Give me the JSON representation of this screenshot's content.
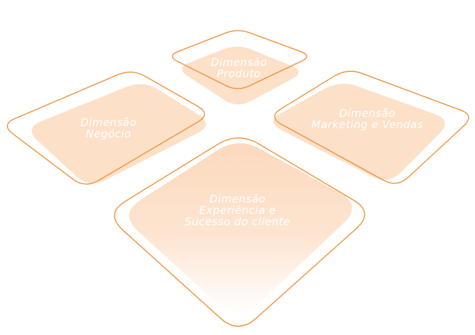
{
  "colors": {
    "outline": "#f0923a",
    "fill": "#fde0c8"
  },
  "dimensions": [
    {
      "id": "produto",
      "lines": [
        "Dimensão",
        "Produto"
      ]
    },
    {
      "id": "negocio",
      "lines": [
        "Dimensão",
        "Negócio"
      ]
    },
    {
      "id": "marketing",
      "lines": [
        "Dimensão",
        "Marketing e Vendas"
      ]
    },
    {
      "id": "experiencia",
      "lines": [
        "Dimensão",
        "Experiência e",
        "Sucesso do cliente"
      ]
    }
  ]
}
